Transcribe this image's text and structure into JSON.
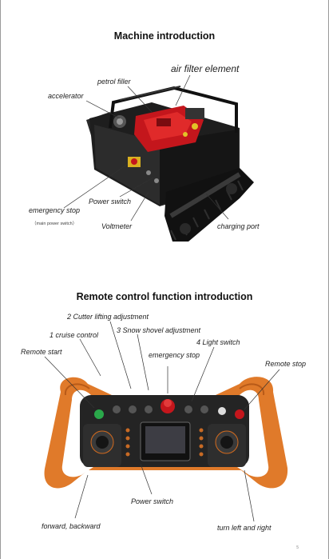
{
  "section1": {
    "title": "Machine introduction",
    "labels": {
      "air_filter": "air filter element",
      "petrol_filler": "petrol filler",
      "accelerator": "accelerator",
      "power_switch": "Power switch",
      "emergency_stop": "emergency stop",
      "main_power_switch": "（main power switch）",
      "voltmeter": "Voltmeter",
      "charging_port": "charging port"
    }
  },
  "section2": {
    "title": "Remote control function introduction",
    "labels": {
      "cutter_lifting": "2 Cutter lifting adjustment",
      "snow_shovel": "3 Snow shovel adjustment",
      "cruise_control": "1 cruise control",
      "light_switch": "4 Light switch",
      "remote_start": "Remote start",
      "emergency_stop": "emergency stop",
      "remote_stop": "Remote stop",
      "power_switch": "Power switch",
      "forward_backward": "forward, backward",
      "turn_left_right": "turn left and right"
    }
  },
  "page_number": "5"
}
